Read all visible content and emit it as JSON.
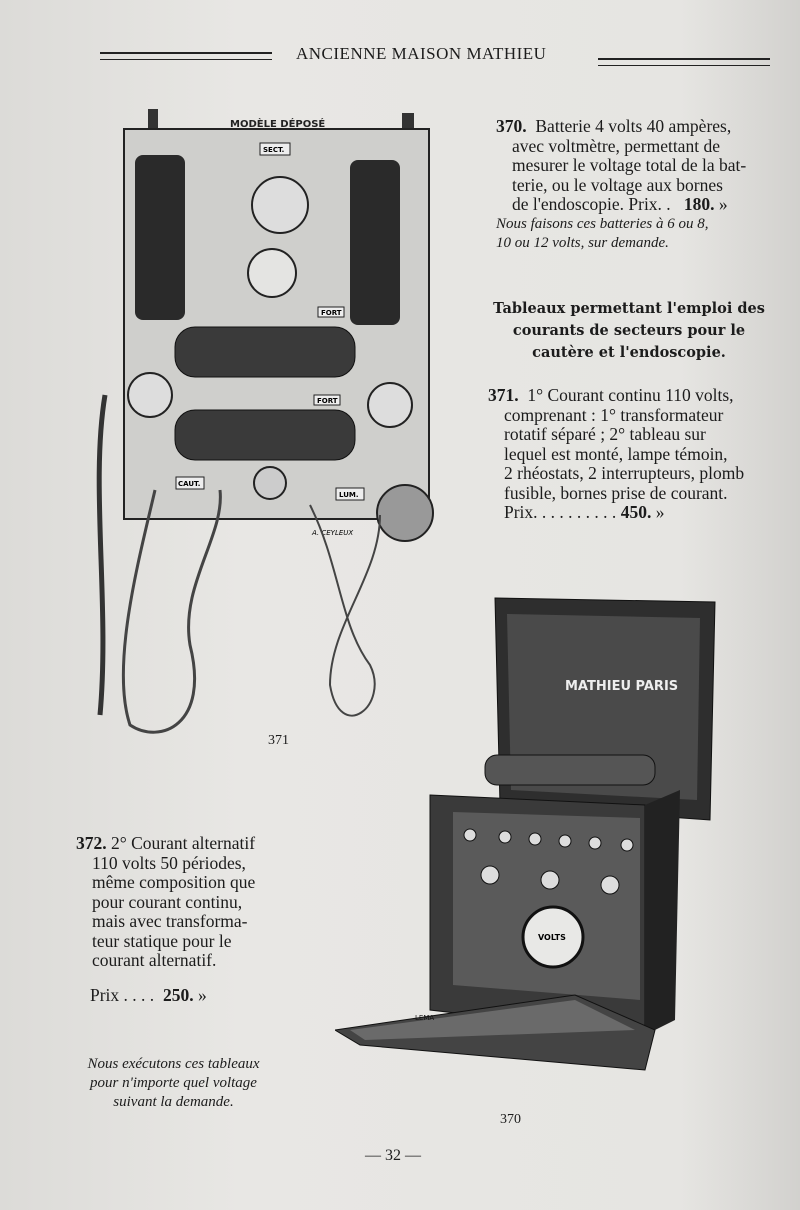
{
  "header": {
    "title": "ANCIENNE MAISON MATHIEU"
  },
  "item370": {
    "number": "370.",
    "lines": [
      "Batterie 4 volts 40 ampères,",
      "avec voltmètre, permettant de",
      "mesurer le voltage total de la bat-",
      "terie, ou le voltage aux bornes"
    ],
    "last_line": "de l'endoscopie. Prix. .",
    "price": "180.",
    "price_suffix": "»",
    "note_lines": [
      "Nous faisons ces batteries à 6 ou 8,",
      "10 ou 12 volts, sur demande."
    ]
  },
  "section_heading": [
    "Tableaux permettant l'emploi des",
    "courants de secteurs pour le",
    "cautère et l'endoscopie."
  ],
  "item371": {
    "number": "371.",
    "lines": [
      "1° Courant continu 110 volts,",
      "comprenant : 1° transformateur",
      "rotatif séparé ; 2° tableau sur",
      "lequel est monté, lampe témoin,",
      "2 rhéostats, 2 interrupteurs, plomb",
      "fusible, bornes prise de courant."
    ],
    "price_label": "Prix. . . . . . . . . .",
    "price": "450.",
    "price_suffix": "»"
  },
  "item372": {
    "number": "372.",
    "lines": [
      "2° Courant alternatif",
      "110 volts 50 périodes,",
      "même composition que",
      "pour courant continu,",
      "mais avec transforma-",
      "teur statique pour le",
      "courant alternatif."
    ],
    "price_label": "Prix . . . .",
    "price": "250.",
    "price_suffix": "»",
    "note_lines": [
      "Nous exécutons ces tableaux",
      "pour n'importe quel voltage",
      "suivant la demande."
    ]
  },
  "figure371": {
    "caption": "371",
    "labels": {
      "top": "MODÈLE DÉPOSÉ",
      "sect": "SECT.",
      "fort1": "FORT",
      "fort2": "FORT",
      "caut": "CAUT.",
      "lum": "LUM.",
      "signature": "A. CEYLEUX"
    }
  },
  "figure370": {
    "caption": "370",
    "labels": {
      "brand": "MATHIEU PARIS",
      "meter": "VOLTS",
      "engraver": "LEMA"
    }
  },
  "footer": {
    "page": "— 32 —"
  }
}
